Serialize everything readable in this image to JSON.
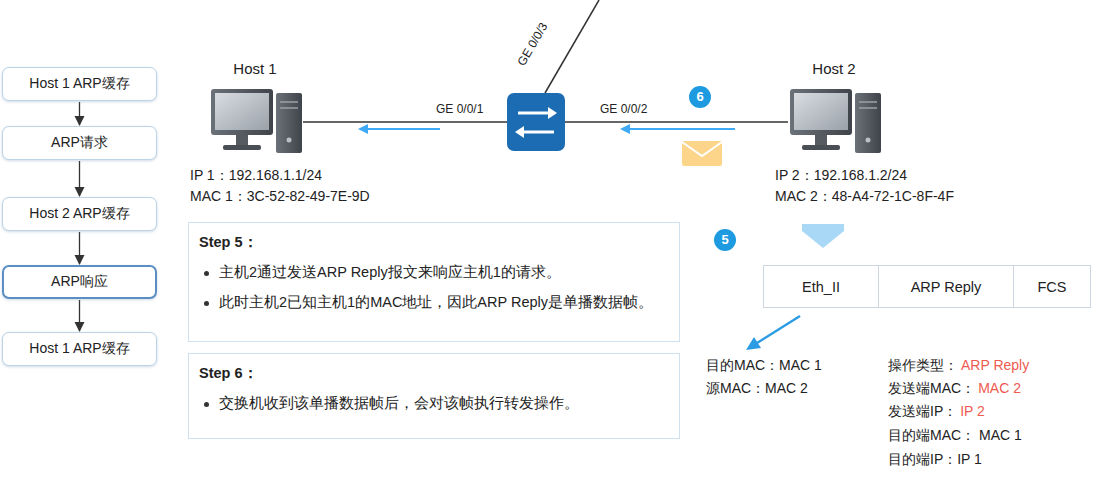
{
  "diagram": {
    "nodes": [
      {
        "text": [
          "Host 1 ARP缓存"
        ]
      },
      {
        "text": [
          "ARP请求"
        ]
      },
      {
        "text": [
          "Host 2 ARP缓存"
        ]
      },
      {
        "text": [
          "ARP响应"
        ]
      },
      {
        "text": [
          "Host 1 ARP缓存"
        ]
      },
      {
        "text": [
          "Host 1"
        ]
      },
      {
        "text": [
          "Host 2"
        ]
      },
      {
        "text": [
          "Step 5：",
          "主机2通过发送ARP Reply报文来响应主机1的请求。",
          "此时主机2已知主机1的MAC地址，因此ARP Reply是单播数据帧。"
        ]
      },
      {
        "text": [
          "Step 6：",
          "交换机收到该单播数据帧后，会对该帧执行转发操作。"
        ]
      },
      {
        "text": [
          "Eth_II"
        ]
      },
      {
        "text": [
          "ARP Reply"
        ]
      },
      {
        "text": [
          "FCS"
        ]
      }
    ],
    "edges": [
      {
        "from": 0,
        "to": 1,
        "arrow": "to"
      },
      {
        "from": 1,
        "to": 2,
        "arrow": "to"
      },
      {
        "from": 2,
        "to": 3,
        "arrow": "to"
      },
      {
        "from": 3,
        "to": 4,
        "arrow": "to"
      }
    ],
    "labels": [
      "IP 1：192.168.1.1/24",
      "MAC 1：3C-52-82-49-7E-9D",
      "GE 0/0/1",
      "GE 0/0/3",
      "GE 0/0/2",
      "6",
      "IP 2：192.168.1.2/24",
      "MAC 2：48-A4-72-1C-8F-4F",
      "5",
      "目的MAC：MAC 1",
      "源MAC：MAC 2",
      "操作类型：",
      "ARP Reply",
      "发送端MAC：",
      "MAC 2",
      "发送端IP：",
      "IP 2",
      "目的端MAC： MAC 1",
      "目的端IP：IP 1"
    ]
  }
}
